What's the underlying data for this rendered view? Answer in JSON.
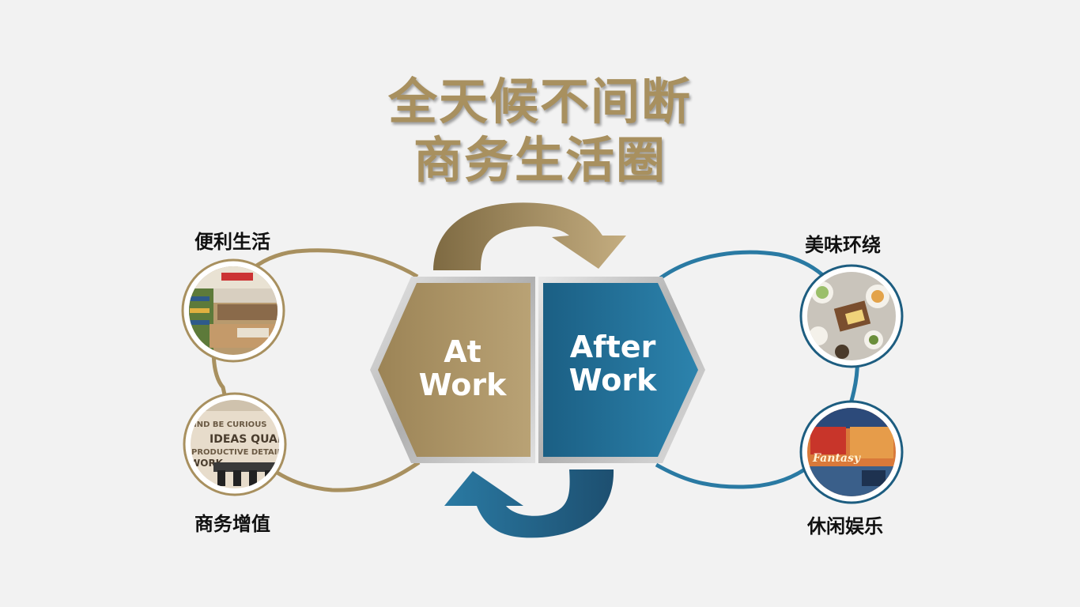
{
  "title": {
    "line1": "全天候不间断",
    "line2": "商务生活圈"
  },
  "center": {
    "left": {
      "line1": "At",
      "line2": "Work"
    },
    "right": {
      "line1": "After",
      "line2": "Work"
    }
  },
  "left_items": [
    {
      "label": "便利生活",
      "icon": "convenience-store-photo"
    },
    {
      "label": "商务增值",
      "icon": "meeting-room-photo"
    }
  ],
  "right_items": [
    {
      "label": "美味环绕",
      "icon": "food-platter-photo"
    },
    {
      "label": "休闲娱乐",
      "icon": "leisure-bar-photo"
    }
  ],
  "colors": {
    "gold": "#a8905f",
    "gold_dark": "#7e6a42",
    "blue": "#2a7aa3",
    "blue_dark": "#1d5d80",
    "background": "#f2f2f2"
  }
}
